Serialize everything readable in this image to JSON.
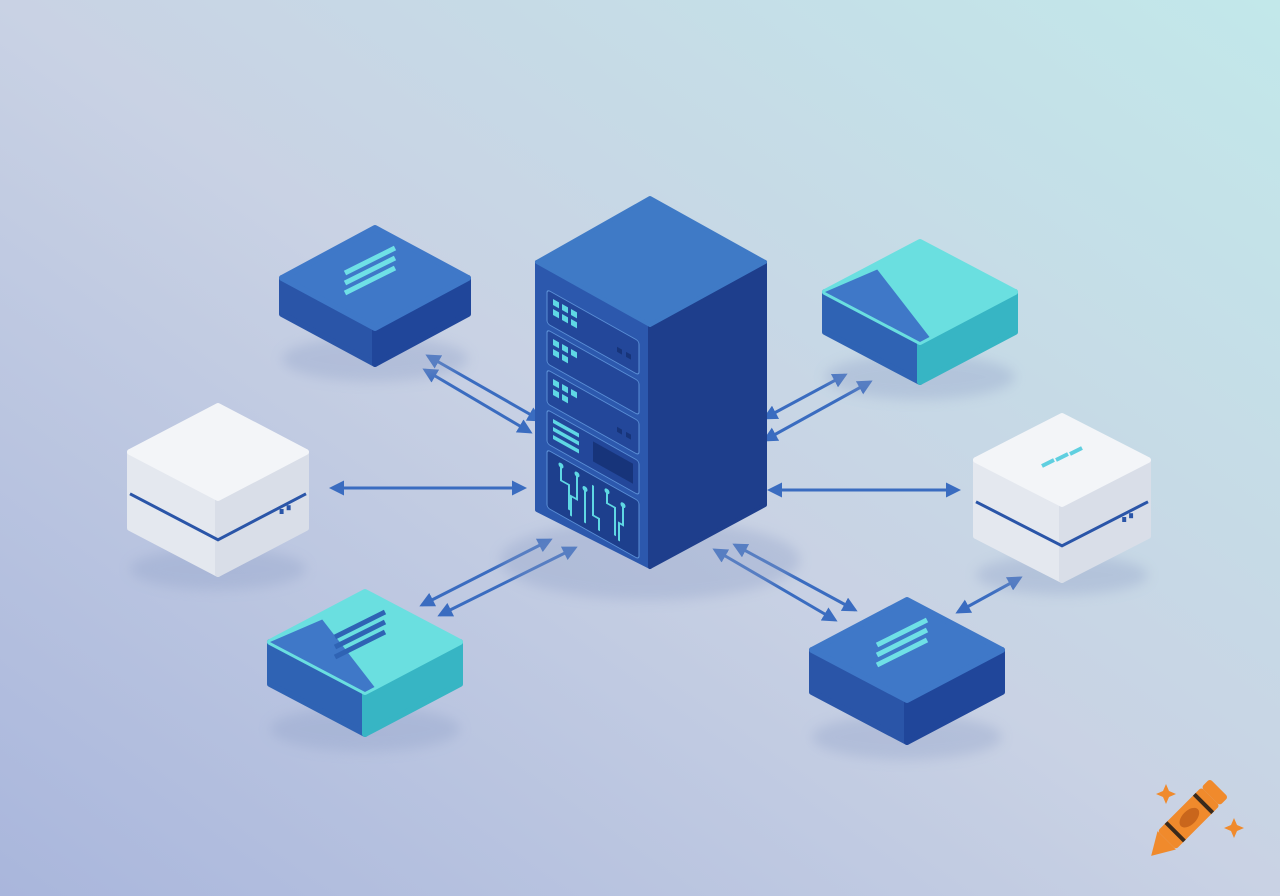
{
  "diagram": {
    "background": {
      "from": "#a9b6dc",
      "mid": "#c9d2e4",
      "to": "#c2e8ea"
    },
    "server": {
      "icon": "server-rack-icon",
      "colors": {
        "top": "#3f7ac6",
        "front": "#2c58ad",
        "side": "#1e3e8c",
        "accent": "#5fd8e4"
      }
    },
    "nodes": [
      {
        "id": "top-left",
        "icon": "document-lines-icon",
        "style": "blue"
      },
      {
        "id": "top-right",
        "icon": "storage-block-icon",
        "style": "teal"
      },
      {
        "id": "left",
        "icon": "white-device-icon",
        "style": "white"
      },
      {
        "id": "right",
        "icon": "white-device-icon",
        "style": "white"
      },
      {
        "id": "bottom-left",
        "icon": "document-lines-icon",
        "style": "teal"
      },
      {
        "id": "bottom-right",
        "icon": "document-lines-icon",
        "style": "blue"
      }
    ],
    "connector_color": "#3a6cc0",
    "connector_type": "bidirectional-arrow",
    "logo": {
      "icon": "crayon-logo-icon",
      "color": "#f08a2c"
    }
  }
}
